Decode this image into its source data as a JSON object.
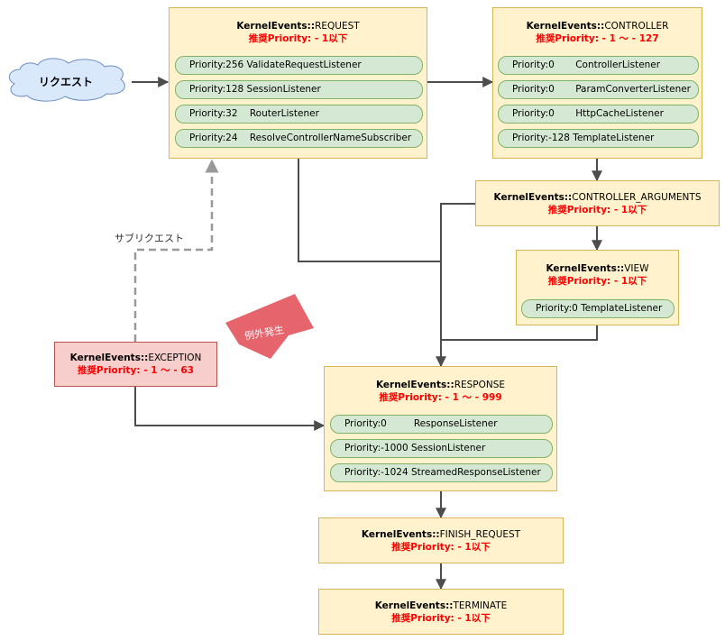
{
  "request_box": {
    "title_bold": "KernelEvents::",
    "title_rest": "REQUEST",
    "recommended": "推奨Priority: - 1以下",
    "listeners": [
      "Priority:256 ValidateRequestListener",
      "Priority:128 SessionListener",
      "Priority:32    RouterListener",
      "Priority:24    ResolveControllerNameSubscriber"
    ]
  },
  "controller_box": {
    "title_bold": "KernelEvents::",
    "title_rest": "CONTROLLER",
    "recommended": "推奨Priority: - 1 ～ - 127",
    "listeners": [
      "Priority:0       ControllerListener",
      "Priority:0       ParamConverterListener",
      "Priority:0       HttpCacheListener",
      "Priority:-128 TemplateListener"
    ]
  },
  "controller_arguments_box": {
    "title_bold": "KernelEvents::",
    "title_rest": "CONTROLLER_ARGUMENTS",
    "recommended": "推奨Priority: - 1以下"
  },
  "view_box": {
    "title_bold": "KernelEvents::",
    "title_rest": "VIEW",
    "recommended": "推奨Priority: - 1以下",
    "listeners": [
      "Priority:0 TemplateListener"
    ]
  },
  "exception_box": {
    "title_bold": "KernelEvents::",
    "title_rest": "EXCEPTION",
    "recommended": "推奨Priority: - 1 ～ - 63"
  },
  "response_box": {
    "title_bold": "KernelEvents::",
    "title_rest": "RESPONSE",
    "recommended": "推奨Priority: - 1 ～ - 999",
    "listeners": [
      "Priority:0         ResponseListener",
      "Priority:-1000 SessionListener",
      "Priority:-1024 StreamedResponseListener"
    ]
  },
  "finish_request_box": {
    "title_bold": "KernelEvents::",
    "title_rest": "FINISH_REQUEST",
    "recommended": "推奨Priority: - 1以下"
  },
  "terminate_box": {
    "title_bold": "KernelEvents::",
    "title_rest": "TERMINATE",
    "recommended": "推奨Priority: - 1以下"
  },
  "request_cloud_label": "リクエスト",
  "subrequest_label": "サブリクエスト",
  "exception_callout_label": "例外発生",
  "colors": {
    "event_fill": "#fff2cc",
    "event_border": "#d6b656",
    "listener_fill": "#d5e8d4",
    "listener_border": "#82b366",
    "exception_fill": "#f8cecc",
    "exception_border": "#b85450",
    "cloud_fill": "#dae8fc",
    "cloud_border": "#6c8ebf",
    "callout_fill": "#e6656d",
    "recommended_text": "#ff0000",
    "connector": "#4d4d4d",
    "subrequest_connector": "#999999"
  }
}
